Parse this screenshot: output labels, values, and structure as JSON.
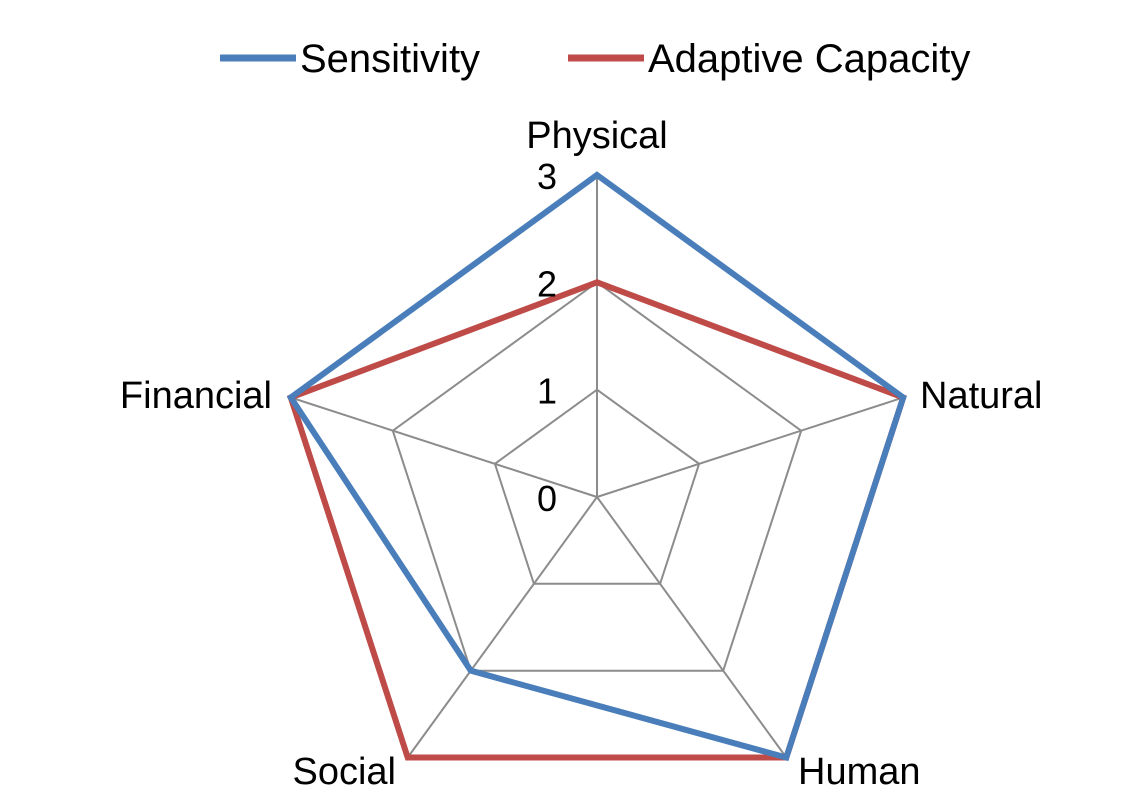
{
  "chart_data": {
    "type": "radar",
    "categories": [
      "Physical",
      "Natural",
      "Human",
      "Social",
      "Financial"
    ],
    "series": [
      {
        "name": "Sensitivity",
        "values": [
          3,
          3,
          3,
          2,
          3
        ],
        "color": "#4a7ebb"
      },
      {
        "name": "Adaptive Capacity",
        "values": [
          2,
          3,
          3,
          3,
          3
        ],
        "color": "#be4b48"
      }
    ],
    "rlim": [
      0,
      3
    ],
    "ticks": [
      "0",
      "1",
      "2",
      "3"
    ],
    "grid": true,
    "legend_position": "top"
  }
}
